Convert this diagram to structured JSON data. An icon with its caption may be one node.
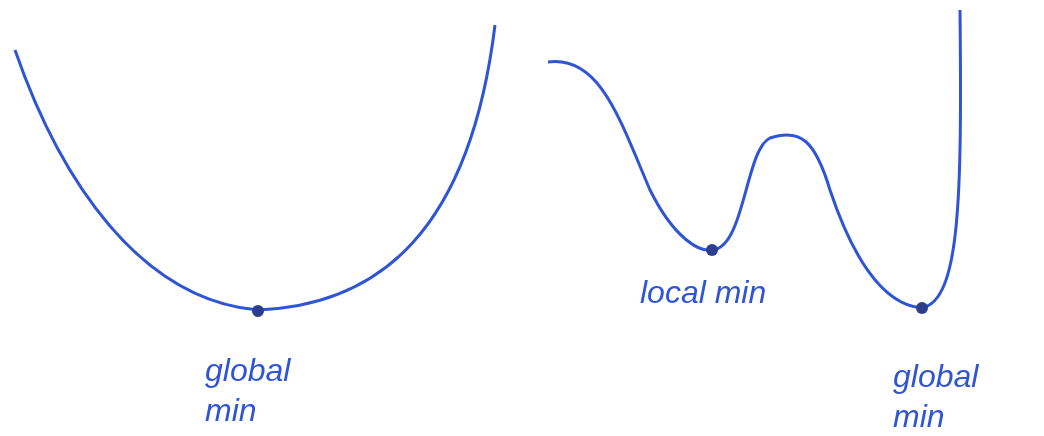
{
  "diagram": {
    "labels": [
      "global min",
      "local min",
      "global min"
    ]
  }
}
